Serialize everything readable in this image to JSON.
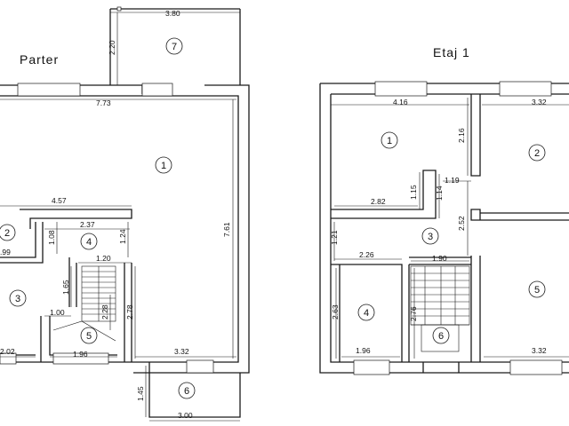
{
  "floors": [
    {
      "title": "Parter",
      "dimensions": [
        "3.80",
        "2.20",
        "7.73",
        "7.61",
        "4.57",
        "2.37",
        "1.08",
        "1.24",
        ".99",
        "1.20",
        "1.65",
        "2.28",
        "2.78",
        "1.00",
        "2.02",
        "1.96",
        "3.32",
        "1.45",
        "3.00"
      ],
      "rooms": [
        "7",
        "1",
        "2",
        "4",
        "3",
        "5",
        "6"
      ]
    },
    {
      "title": "Etaj 1",
      "dimensions": [
        "4.16",
        "3.32",
        "2.16",
        "1.15",
        "1.14",
        "1.19",
        "2.82",
        "2.52",
        "1.21",
        "2.26",
        "1.90",
        "2.63",
        "2.76",
        "1.96",
        "3.32"
      ],
      "rooms": [
        "1",
        "2",
        "3",
        "4",
        "5",
        "6"
      ]
    }
  ]
}
